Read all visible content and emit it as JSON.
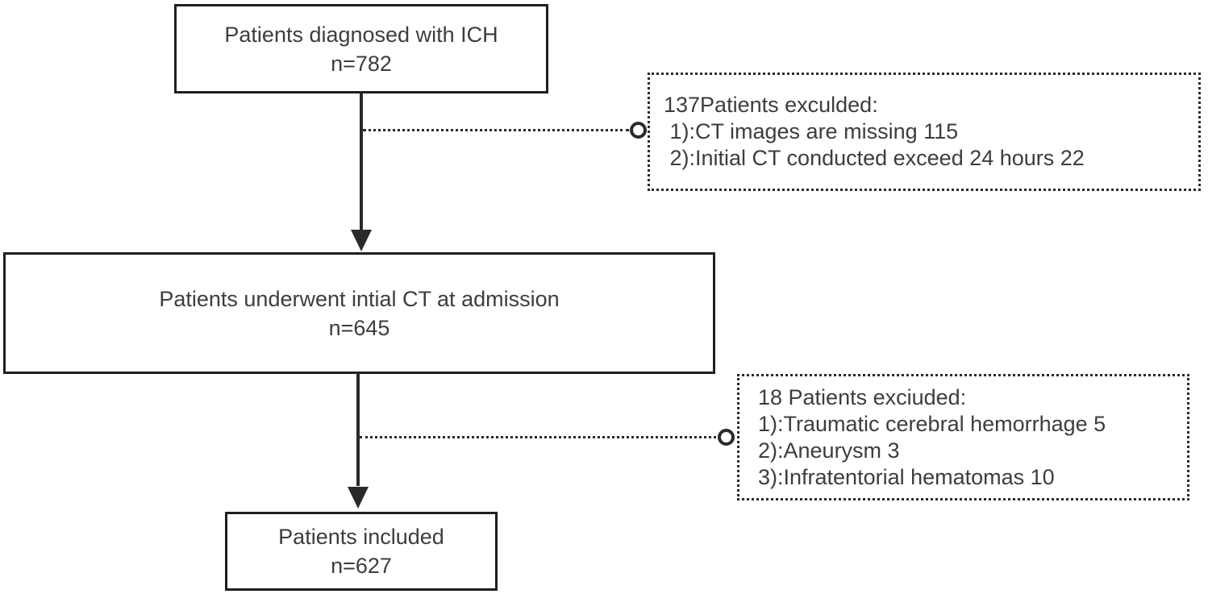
{
  "diagram": {
    "type": "flowchart",
    "colors": {
      "line": "#2a2a2a",
      "box_border": "#1f1f1f",
      "text": "#3d3d3d",
      "background": "#ffffff"
    },
    "nodes": [
      {
        "id": "diagnosed",
        "line1": "Patients diagnosed with ICH",
        "line2": "n=782"
      },
      {
        "id": "initial-ct",
        "line1": "Patients underwent intial CT at admission",
        "line2": "n=645"
      },
      {
        "id": "included",
        "line1": "Patients included",
        "line2": "n=627"
      }
    ],
    "exclusions": [
      {
        "id": "exclusion-1",
        "lines": [
          "137Patients exculded:",
          " 1):CT images are missing 115",
          " 2):Initial CT conducted exceed 24 hours 22"
        ]
      },
      {
        "id": "exclusion-2",
        "lines": [
          "18 Patients exciuded:",
          "1):Traumatic cerebral hemorrhage 5",
          "2):Aneurysm 3",
          "3):Infratentorial hematomas 10"
        ]
      }
    ]
  }
}
